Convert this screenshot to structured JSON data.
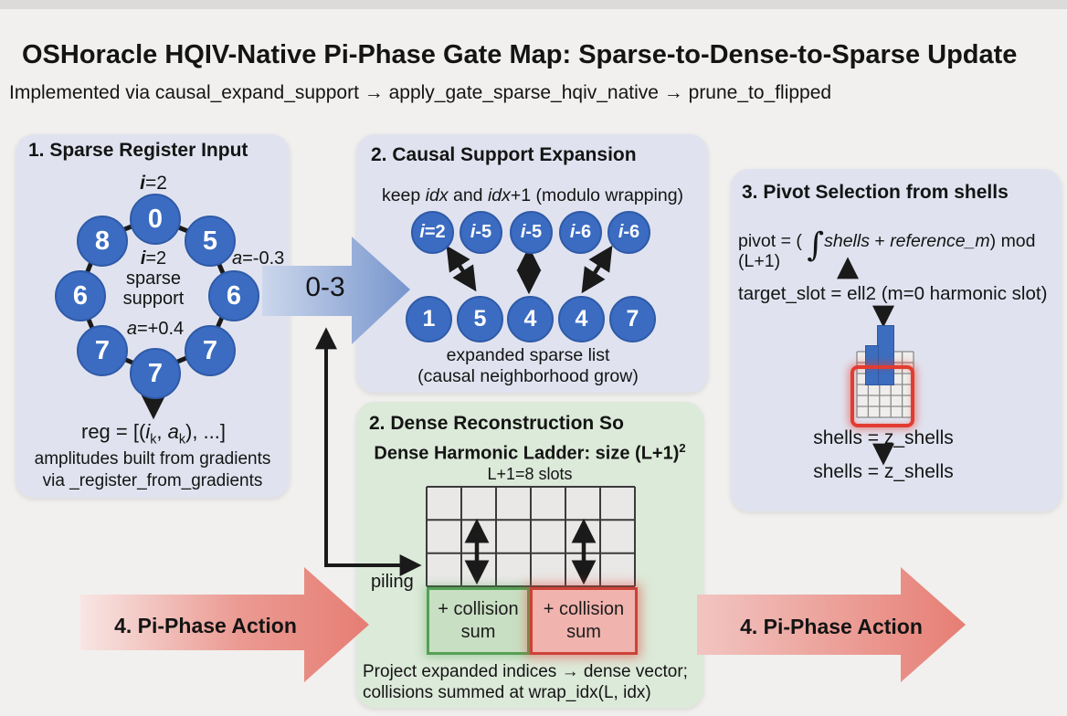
{
  "title": "OSHoracle HQIV-Native Pi-Phase Gate Map: Sparse-to-Dense-to-Sparse Update",
  "subtitle": "Implemented via causal_expand_support → apply_gate_sparse_hqiv_native → prune_to_flipped",
  "panel1": {
    "title": "1. Sparse Register Input",
    "top_label": {
      "var": "i",
      "rest": "=2"
    },
    "ring_values": [
      "0",
      "5",
      "6",
      "7",
      "7",
      "7",
      "6",
      "8"
    ],
    "center": {
      "line1_var": "i",
      "line1_rest": "=2",
      "line2": "sparse",
      "line3": "support"
    },
    "amp_neg": {
      "var": "a",
      "rest": "=-0.3"
    },
    "amp_pos": {
      "var": "a",
      "rest": "=+0.4"
    },
    "reg": {
      "p1": "reg = [(",
      "i": "i",
      "k1": "k",
      "c": ", ",
      "a": "a",
      "k2": "k",
      "p2": "), ...]"
    },
    "caption1": "amplitudes built from gradients",
    "caption2": "via _register_from_gradients"
  },
  "flow_label": "0-3",
  "panel2": {
    "title": "2. Causal Support Expansion",
    "subtitle": {
      "p1": "keep ",
      "i1": "idx",
      "p2": " and ",
      "i2": "idx",
      "p3": "+1 (modulo wrapping)"
    },
    "top_row": [
      {
        "var": "i",
        "rest": "=2"
      },
      {
        "var": "i",
        "rest": "-5"
      },
      {
        "var": "i",
        "rest": "-5"
      },
      {
        "var": "i",
        "rest": "-6"
      },
      {
        "var": "i",
        "rest": "-6"
      }
    ],
    "bottom_row": [
      "1",
      "5",
      "4",
      "4",
      "7"
    ],
    "caption1": "expanded sparse list",
    "caption2": "(causal neighborhood grow)"
  },
  "panel3": {
    "title": "3. Pivot Selection from shells",
    "pivot": {
      "p1": "pivot = ( ",
      "integral": "∫",
      "shells": "shells",
      "plus": " + ",
      "ref": "reference_m",
      "p2": ") mod (L+1)"
    },
    "target_line": "target_slot = ell2 (m=0 harmonic slot)",
    "shells_line1": "shells = z_shells",
    "shells_line2": "shells = z_shells"
  },
  "panel4": {
    "title": "2. Dense Reconstruction So",
    "ladder": {
      "p1": "Dense Harmonic Ladder: size (L+1)",
      "sup": "2"
    },
    "slots_label": "L+1=8 slots",
    "piling_label": "piling",
    "green_box": {
      "line1": "+ collision",
      "line2": "sum"
    },
    "red_box": {
      "line1": "+ collision",
      "line2": "sum"
    },
    "caption1": "Project expanded indices → dense vector;",
    "caption2": "collisions summed at wrap_idx(L, idx)"
  },
  "pi_left": "4. Pi-Phase Action",
  "pi_right": "4. Pi-Phase Action",
  "colors": {
    "node_blue": "#3b6cc1",
    "panel_blue": "#e0e3ef",
    "panel_green": "#dcead9",
    "arrow_red": "#e67e74",
    "arrow_blue": "#7b9bd2",
    "box_green": "#c9dfc3",
    "box_red": "#f0b3ad",
    "highlight_red": "#e23c31"
  }
}
